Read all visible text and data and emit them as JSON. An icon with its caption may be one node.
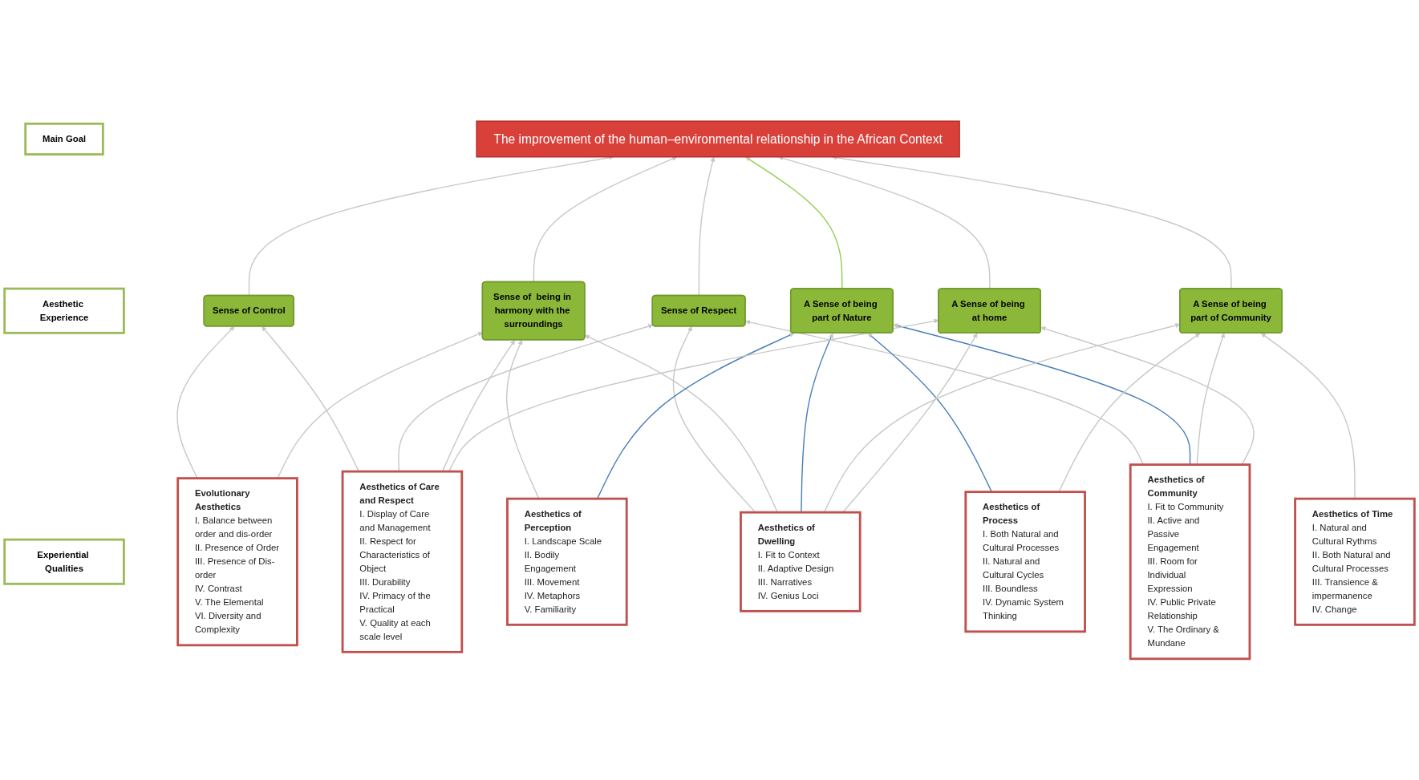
{
  "diagram": {
    "nodes": [
      {
        "text": [
          "Main Goal"
        ]
      },
      {
        "text": [
          "Aesthetic Experience"
        ]
      },
      {
        "text": [
          "Experiential Qualities"
        ]
      },
      {
        "text": [
          "The improvement of the human–environmental relationship in the African Context"
        ]
      },
      {
        "text": [
          "Sense of Control"
        ]
      },
      {
        "text": [
          "Sense of Respect"
        ]
      },
      {
        "text": [
          "Sense of  being in harmony with the surroundings"
        ]
      },
      {
        "text": [
          "A Sense of being part of Nature"
        ]
      },
      {
        "text": [
          "A Sense of being part of Community"
        ]
      },
      {
        "text": [
          "A Sense of being at home"
        ]
      },
      {
        "text": [
          "Aesthetics of Perception",
          "I. Landscape Scale",
          "II. Bodily Engagement",
          "III. Movement",
          "IV. Metaphors",
          "V. Familiarity"
        ]
      },
      {
        "text": [
          "Evolutionary Aesthetics",
          "I. Balance between order and dis-order",
          "II. Presence of Order",
          "III. Presence of Dis-order",
          "IV. Contrast",
          "V. The Elemental",
          "VI. Diversity and Complexity"
        ]
      },
      {
        "text": [
          "Aesthetics of Process",
          "I. Both Natural and Cultural Processes",
          "II. Natural and Cultural Cycles",
          "III. Boundless",
          "IV. Dynamic System Thinking"
        ]
      },
      {
        "text": [
          "Aesthetics of Time",
          "I. Natural and Cultural Rythms",
          "II. Both Natural and Cultural Processes",
          "III. Transience & impermanence",
          "IV. Change"
        ]
      },
      {
        "text": [
          "Aesthetics of Care and Respect",
          "I. Display of Care and Management",
          "II. Respect for Characteristics of Object",
          "III. Durability",
          "IV. Primacy of the Practical",
          "V. Quality at each scale level"
        ]
      },
      {
        "text": [
          "Aesthetics of Dwelling",
          "I. Fit to Context",
          "II. Adaptive Design",
          "III. Narratives",
          "IV. Genius Loci"
        ]
      },
      {
        "text": [
          "Aesthetics of Community",
          "I. Fit to Community",
          "II. Active and Passive Engagement",
          "III. Room for Individual Expression",
          "IV. Public Private Relationship",
          "V. The Ordinary & Mundane"
        ]
      }
    ],
    "edges": [
      {
        "from": 4,
        "to": 3,
        "arrow": "to"
      },
      {
        "from": 5,
        "to": 3,
        "arrow": "to"
      },
      {
        "from": 6,
        "to": 3,
        "arrow": "to"
      },
      {
        "from": 7,
        "to": 3,
        "arrow": "to",
        "color": "#92d050"
      },
      {
        "from": 8,
        "to": 3,
        "arrow": "to"
      },
      {
        "from": 9,
        "to": 3,
        "arrow": "to"
      },
      {
        "from": 11,
        "to": 4,
        "arrow": "to"
      },
      {
        "from": 14,
        "to": 4,
        "arrow": "to"
      },
      {
        "from": 14,
        "to": 5,
        "arrow": "to"
      },
      {
        "from": 15,
        "to": 5,
        "arrow": "to"
      },
      {
        "from": 16,
        "to": 5,
        "arrow": "to"
      },
      {
        "from": 10,
        "to": 6,
        "arrow": "to"
      },
      {
        "from": 14,
        "to": 6,
        "arrow": "to"
      },
      {
        "from": 11,
        "to": 6,
        "arrow": "to"
      },
      {
        "from": 15,
        "to": 6,
        "arrow": "to"
      },
      {
        "from": 10,
        "to": 7,
        "arrow": "to",
        "color": "#4a7ebb"
      },
      {
        "from": 12,
        "to": 7,
        "arrow": "to",
        "color": "#4a7ebb"
      },
      {
        "from": 15,
        "to": 7,
        "arrow": "to",
        "color": "#4a7ebb"
      },
      {
        "from": 16,
        "to": 7,
        "arrow": "to",
        "color": "#4a7ebb"
      },
      {
        "from": 12,
        "to": 8,
        "arrow": "to"
      },
      {
        "from": 13,
        "to": 8,
        "arrow": "to"
      },
      {
        "from": 15,
        "to": 8,
        "arrow": "to"
      },
      {
        "from": 16,
        "to": 8,
        "arrow": "to"
      },
      {
        "from": 15,
        "to": 9,
        "arrow": "to"
      },
      {
        "from": 14,
        "to": 9,
        "arrow": "to"
      },
      {
        "from": 16,
        "to": 9,
        "arrow": "to"
      }
    ]
  }
}
